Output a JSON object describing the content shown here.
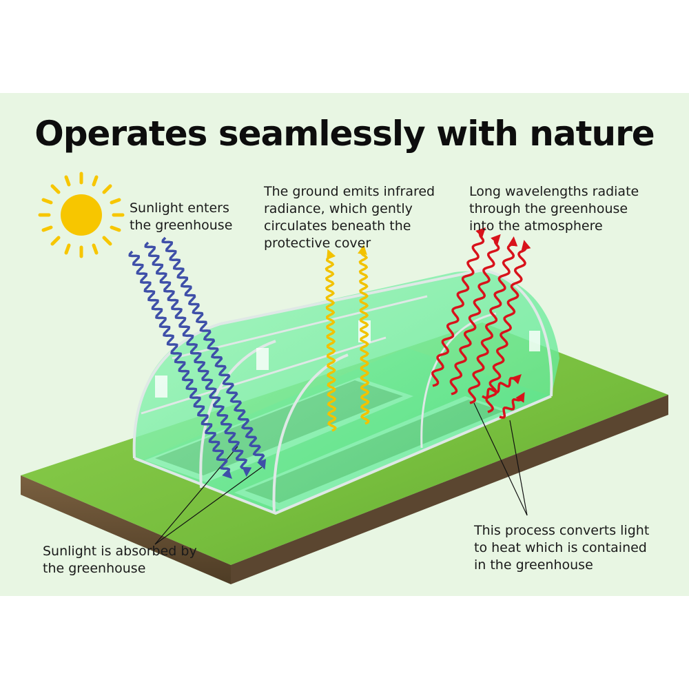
{
  "title": "Operates seamlessly with nature",
  "labels": {
    "sunlight_enters": [
      "Sunlight enters",
      "the greenhouse"
    ],
    "ground_emits": [
      "The ground emits infrared",
      "radiance, which gently",
      "circulates beneath the",
      "protective cover"
    ],
    "long_wavelengths": [
      "Long wavelengths radiate",
      "through the greenhouse",
      "into the atmosphere"
    ],
    "absorbed": [
      "Sunlight is absorbed by",
      "the greenhouse"
    ],
    "process": [
      "This process converts light",
      "to heat which is contained",
      "in the greenhouse"
    ]
  },
  "colors": {
    "panel": "#e8f6e3",
    "sun": "#f7c600",
    "sunlight_wave": "#3e4fa8",
    "infrared_wave": "#f2c200",
    "radiation_wave": "#d8121b",
    "grass": "#7cc242",
    "soil": "#6b5436",
    "greenhouse_cover": "#7ef0a6"
  },
  "icons": [
    "sun-icon"
  ]
}
